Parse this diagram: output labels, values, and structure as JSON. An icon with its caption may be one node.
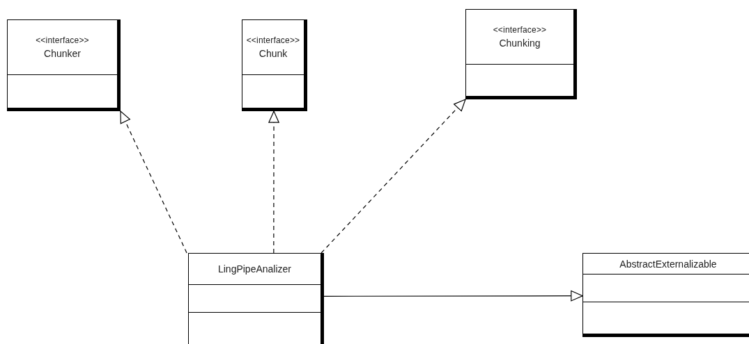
{
  "diagram": {
    "nodes": [
      {
        "text": [
          "<<interface>>",
          "Chunker"
        ]
      },
      {
        "text": [
          "<<interface>>",
          "Chunk"
        ]
      },
      {
        "text": [
          "<<interface>>",
          "Chunking"
        ]
      },
      {
        "text": [
          "LingPipeAnalizer"
        ]
      },
      {
        "text": [
          "AbstractExternalizable"
        ]
      }
    ],
    "edges": [
      {
        "from": 3,
        "to": 0,
        "arrow": "to",
        "style": "dashed"
      },
      {
        "from": 3,
        "to": 1,
        "arrow": "to",
        "style": "dashed"
      },
      {
        "from": 3,
        "to": 2,
        "arrow": "to",
        "style": "dashed"
      },
      {
        "from": 3,
        "to": 4,
        "arrow": "to"
      }
    ]
  }
}
